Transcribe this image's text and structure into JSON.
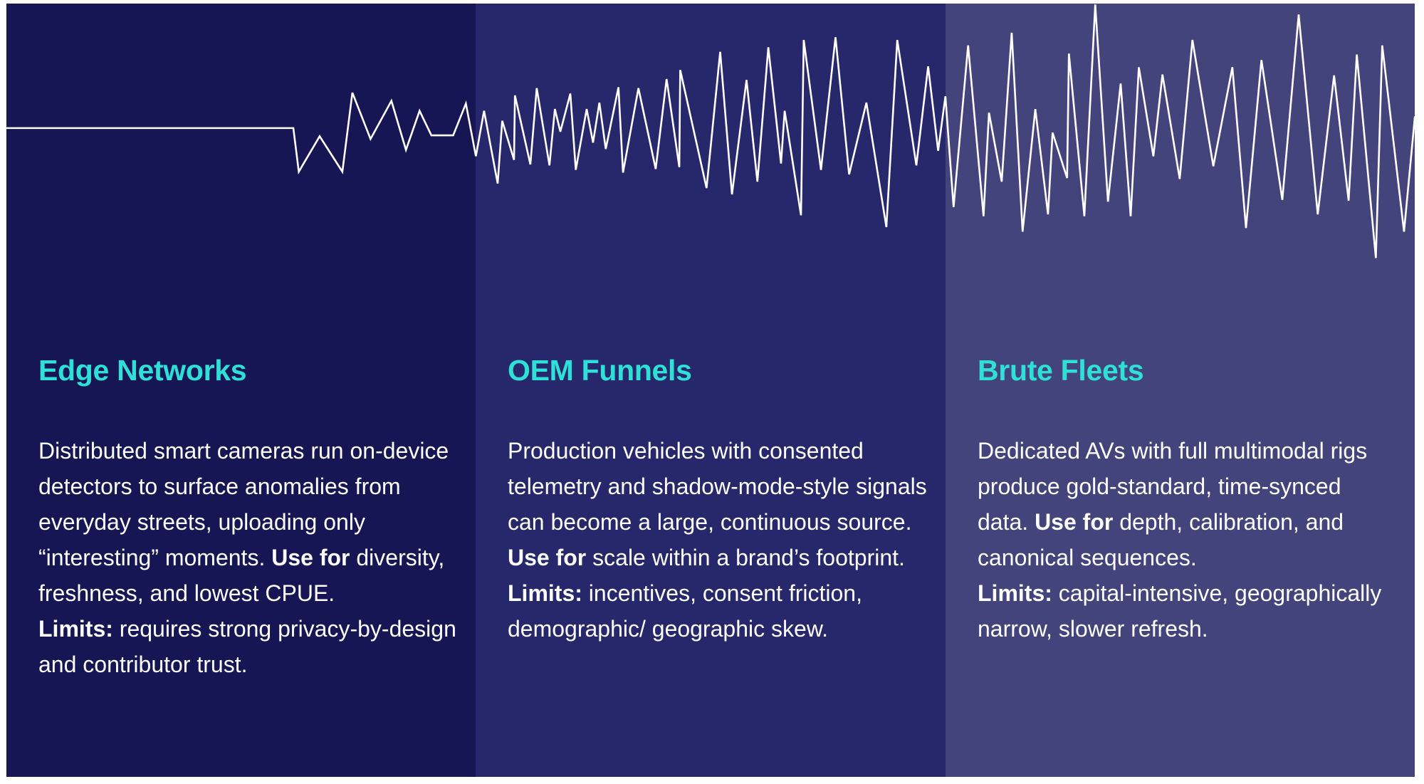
{
  "panels": [
    {
      "title": "Edge Networks",
      "intro": "Distributed smart cameras run on-device detectors to surface anomalies from everyday streets, uploading only “interesting” moments. ",
      "use_label": "Use for",
      "use_text": " diversity, freshness, and lowest CPUE. ",
      "limits_label": "Limits:",
      "limits_text": " requires strong privacy-by-design and contributor trust."
    },
    {
      "title": "OEM Funnels",
      "intro": "Production vehicles with consented telemetry and shadow-mode-style signals can become a large, continuous source. ",
      "use_label": "Use for",
      "use_text": " scale within a brand’s footprint. ",
      "limits_label": "Limits:",
      "limits_text": " incentives, consent friction, demographic/ geographic skew."
    },
    {
      "title": "Brute Fleets",
      "intro": "Dedicated AVs with full multimodal rigs produce gold-standard, time-synced data. ",
      "use_label": "Use for",
      "use_text": " depth, calibration, and canonical sequences. ",
      "limits_label": "Limits:",
      "limits_text": " capital-intensive, geographically narrow, slower refresh."
    }
  ],
  "colors": {
    "panel_1": "#161654",
    "panel_2": "#27286b",
    "panel_3": "#44447c",
    "heading": "#2ee0d6",
    "waveform": "#ffffff"
  }
}
